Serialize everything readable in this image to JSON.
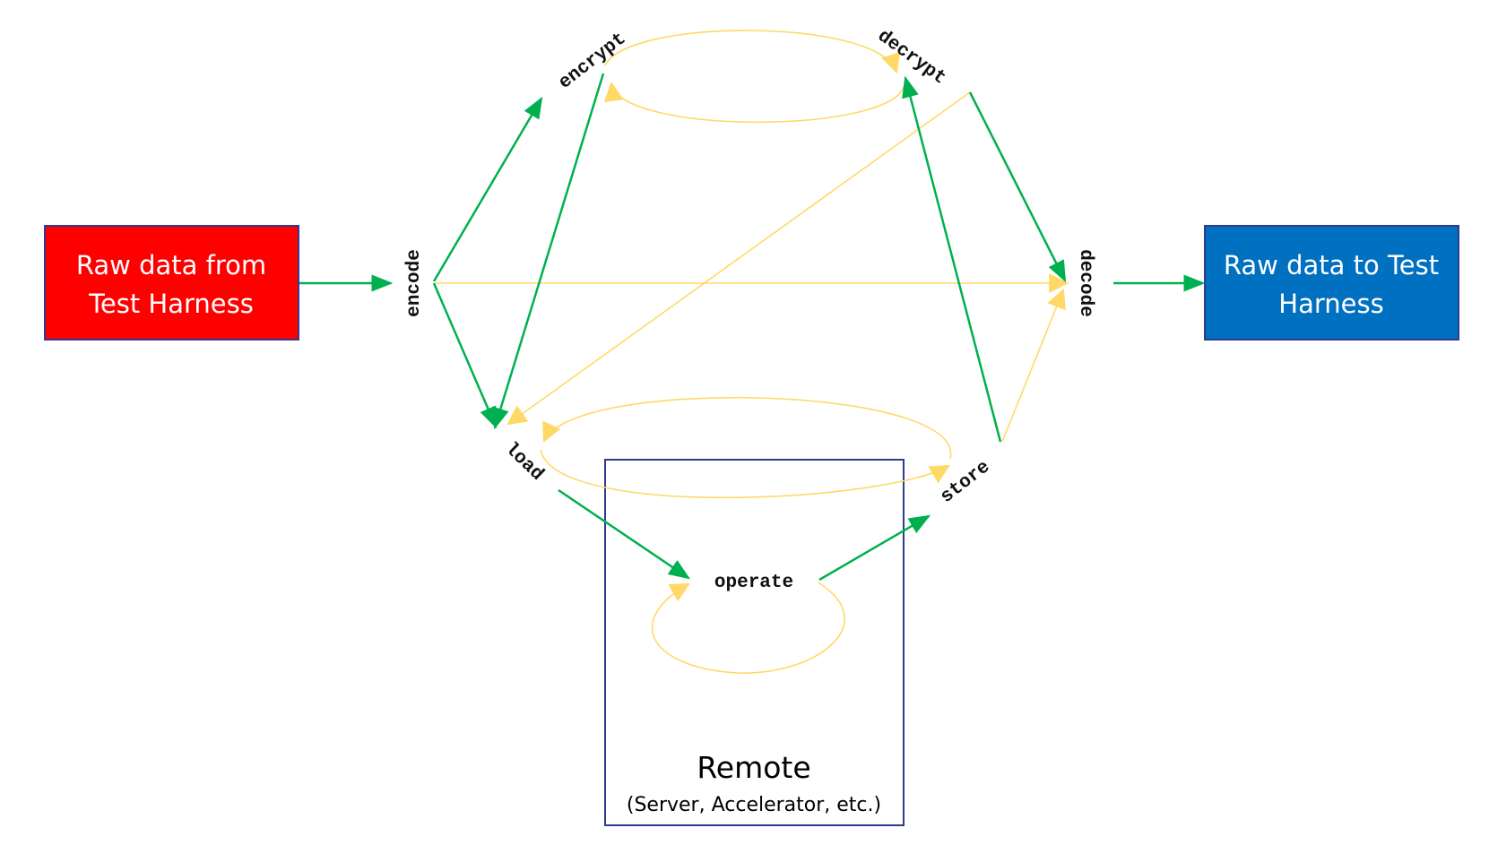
{
  "source_box": {
    "label_line1": "Raw data from",
    "label_line2": "Test Harness",
    "fill": "#ff0000",
    "border": "#2f3b8f"
  },
  "sink_box": {
    "label_line1": "Raw data to Test",
    "label_line2": "Harness",
    "fill": "#0070c0",
    "border": "#2f3b8f"
  },
  "nodes": {
    "encode": "encode",
    "encrypt": "encrypt",
    "decrypt": "decrypt",
    "decode": "decode",
    "load": "load",
    "store": "store",
    "operate": "operate"
  },
  "remote": {
    "title": "Remote",
    "subtitle": "(Server, Accelerator, etc.)",
    "border": "#2f3b8f"
  },
  "colors": {
    "primary_path": "#00b050",
    "secondary_path": "#ffd966"
  }
}
